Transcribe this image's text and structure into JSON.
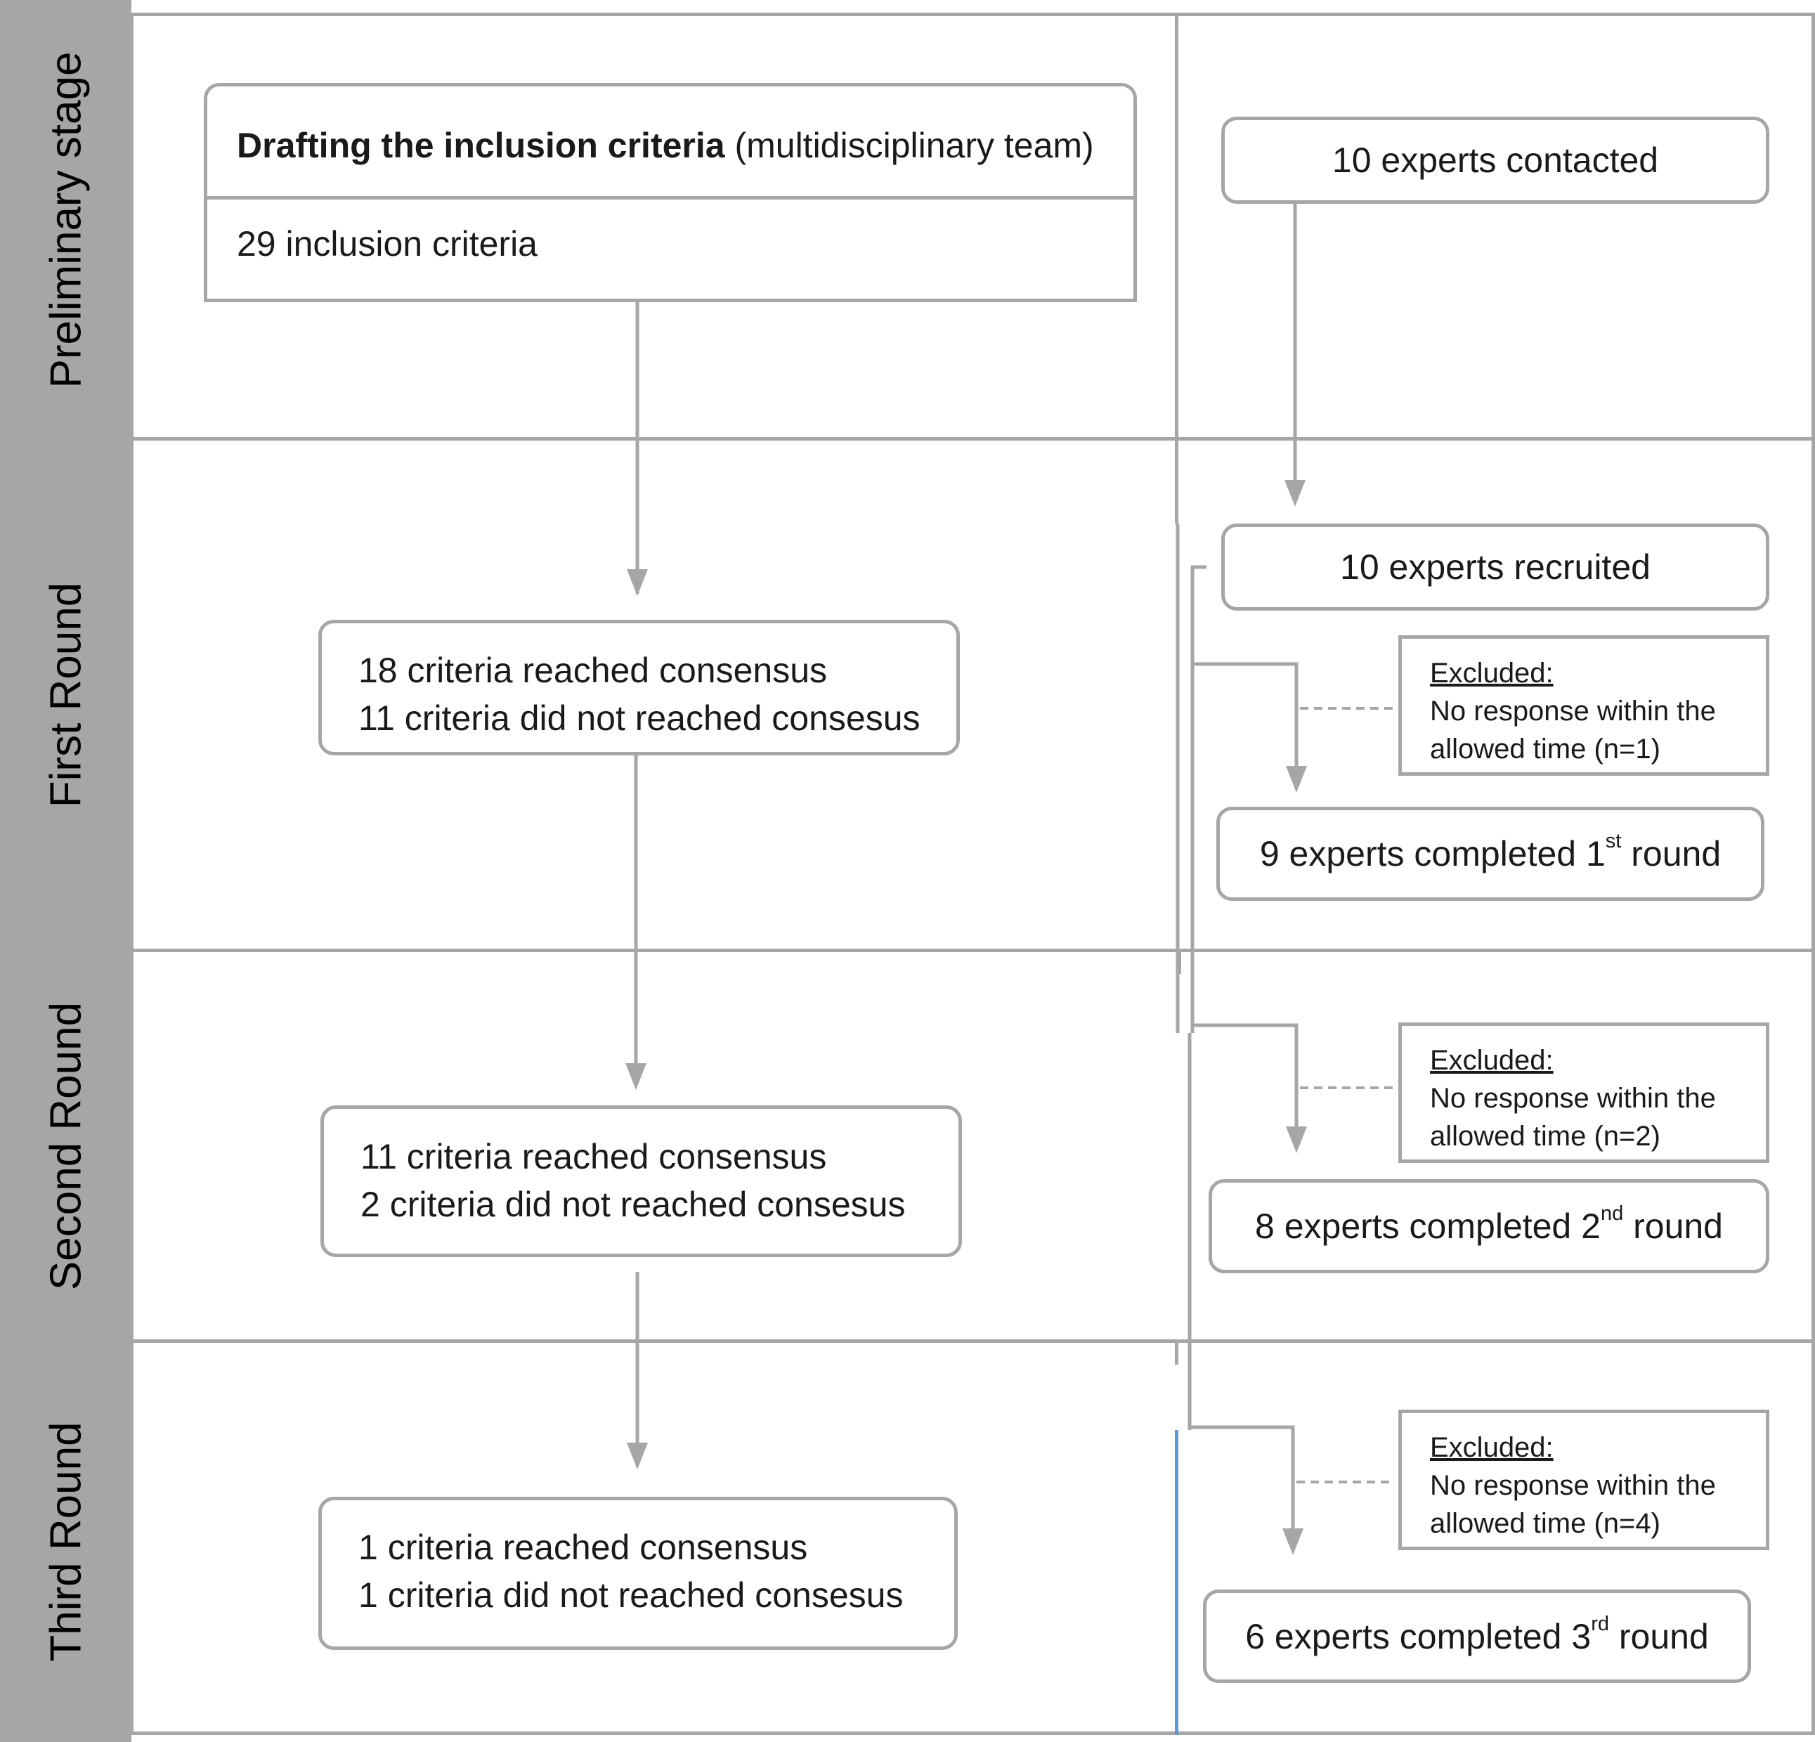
{
  "stages": {
    "preliminary": "Preliminary stage",
    "first": "First Round",
    "second": "Second Round",
    "third": "Third Round"
  },
  "criteria": {
    "draft_title_bold": "Drafting the inclusion criteria",
    "draft_title_rest": " (multidisciplinary team)",
    "draft_count": "29 inclusion criteria",
    "round1_line1": "18 criteria reached consensus",
    "round1_line2": "11 criteria did not reached consesus",
    "round2_line1": "11 criteria reached consensus",
    "round2_line2": "2 criteria did not reached consesus",
    "round3_line1": "1 criteria reached consensus",
    "round3_line2": "1 criteria did not reached consesus"
  },
  "experts": {
    "contacted": "10 experts contacted",
    "recruited": "10 experts recruited",
    "completed1_pre": "9 experts completed 1",
    "completed1_sup": "st",
    "completed1_post": " round",
    "completed2_pre": "8 experts completed 2",
    "completed2_sup": "nd",
    "completed2_post": " round",
    "completed3_pre": "6 experts completed 3",
    "completed3_sup": "rd",
    "completed3_post": " round"
  },
  "exclusions": [
    {
      "heading": "Excluded:",
      "line1": "No response within the",
      "line2": "allowed time (n=1)"
    },
    {
      "heading": "Excluded:",
      "line1": "No response within the",
      "line2": "allowed time (n=2)"
    },
    {
      "heading": "Excluded:",
      "line1": "No response within the",
      "line2": "allowed time (n=4)"
    }
  ],
  "colors": {
    "line": "#a6a6a6",
    "dashed": "#a6a6a6",
    "accent_line": "#5b9bd5",
    "stage_band": "#a6a6a6"
  }
}
